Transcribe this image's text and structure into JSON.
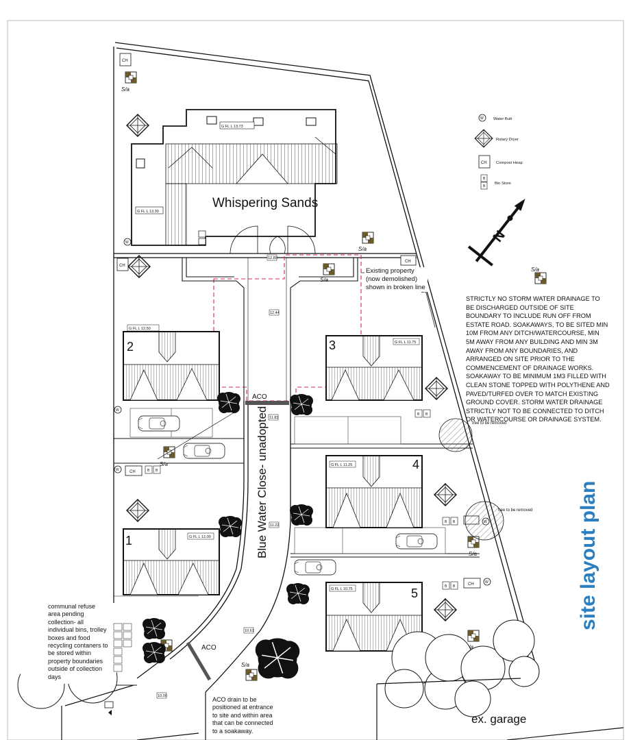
{
  "drawing": {
    "title": "site layout plan",
    "accent": "#2b7fc0",
    "red_dashed": "#d0245c"
  },
  "labels": {
    "existing_house": "Whispering Sands",
    "road": "Blue Water Close- unadopted",
    "ex_garage": "ex. garage",
    "aco_1": "ACO",
    "aco_2": "ACO",
    "existing_property_note": "Existing property (now demolished) shown in broken line",
    "tree_removed_1": "tree to be removed",
    "tree_removed_2": "tree to be removed"
  },
  "plots": [
    {
      "number": "1",
      "level": "G FL L 12.00"
    },
    {
      "number": "2",
      "level": "G FL L 12.50"
    },
    {
      "number": "3",
      "level": "G FL L 11.75"
    },
    {
      "number": "4",
      "level": "G FL L 11.25"
    },
    {
      "number": "5",
      "level": "G FL L 10.75"
    }
  ],
  "existing_levels": [
    "G FL L 13.73",
    "G FL L 13.30"
  ],
  "spot_levels": [
    "12.80",
    "12.44",
    "11.83",
    "11.22",
    "10.61",
    "10.00"
  ],
  "symbols": {
    "compost": "CH",
    "bin": "B",
    "water_butt": "W",
    "soakaway": "S/a",
    "north": "N"
  },
  "legend": [
    {
      "icon": "water-butt-icon",
      "label": "Water Butt"
    },
    {
      "icon": "rotary-dryer-icon",
      "label": "Rotary Dryer"
    },
    {
      "icon": "compost-heap-icon",
      "label": "Compost Heap"
    },
    {
      "icon": "bin-store-icon",
      "label": "Bin Store"
    }
  ],
  "notes": {
    "drainage": "STRICTLY NO STORM WATER DRAINAGE TO BE DISCHARGED OUTSIDE OF SITE BOUNDARY TO INCLUDE RUN OFF FROM ESTATE ROAD. SOAKAWAYS, TO BE SITED MIN 10M FROM ANY DITCH/WATERCOURSE, MIN 5M AWAY FROM ANY BUILDING AND MIN 3M AWAY FROM ANY BOUNDARIES, AND ARRANGED ON SITE PRIOR TO THE COMMENCEMENT OF DRAINAGE WORKS. SOAKAWAY TO BE MINIMUM 1M3 FILLED WITH CLEAN STONE TOPPED WITH POLYTHENE AND PAVED/TURFED OVER TO MATCH EXISTING GROUND COVER. STORM WATER DRAINAGE STRICTLY NOT TO BE CONNECTED TO DITCH OR WATERCOURSE OR DRAINAGE SYSTEM.",
    "refuse": "communal refuse area pending collection- all individual bins, trolley boxes and food recycling contaners to be stored within property boundaries outside of collection days",
    "aco_drain": "ACO drain to be positioned at entrance to site and within area that can be connected to a soakaway."
  }
}
